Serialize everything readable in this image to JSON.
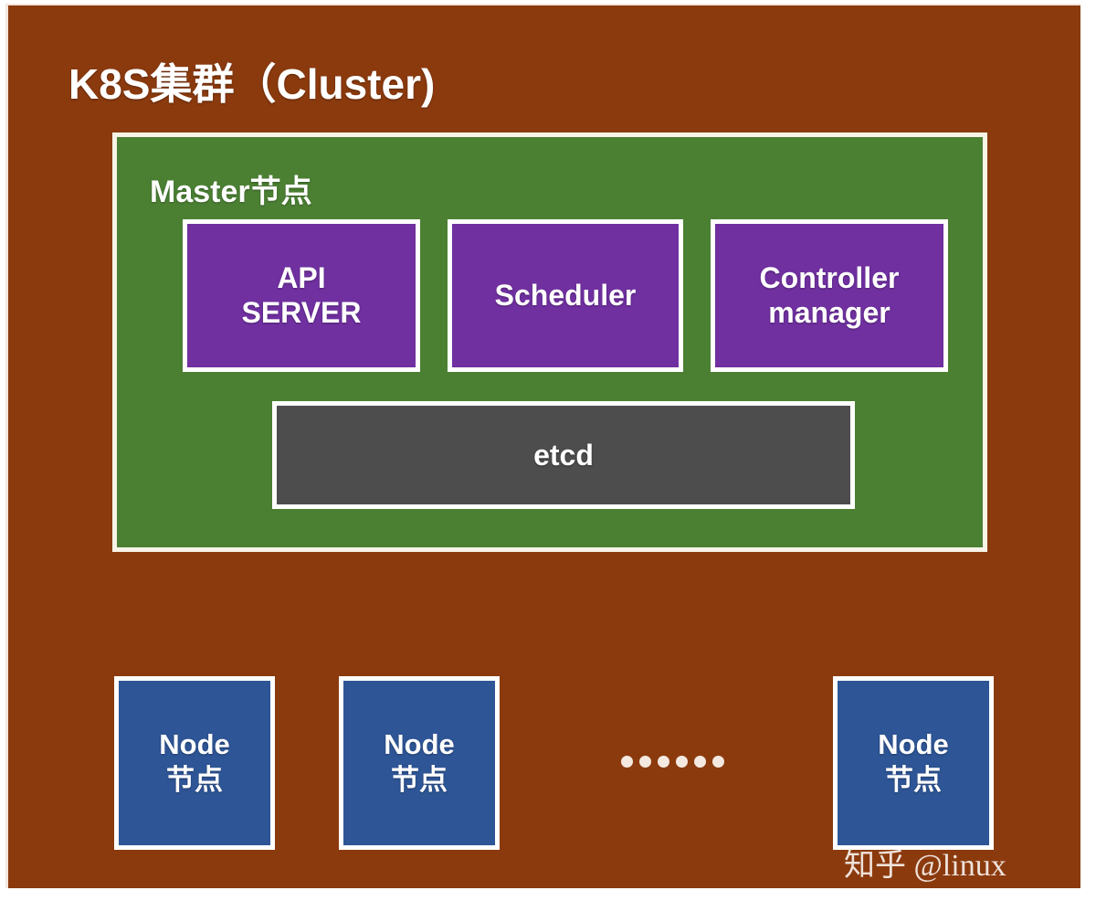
{
  "diagram": {
    "title": "K8S集群（Cluster)",
    "background_color": "#8b3a0e",
    "master": {
      "label": "Master节点",
      "panel_color": "#4b8033",
      "components": [
        {
          "name": "api-server",
          "label": "API\nSERVER",
          "line1": "API",
          "line2": "SERVER",
          "color": "#7030a0"
        },
        {
          "name": "scheduler",
          "label": "Scheduler",
          "line1": "Scheduler",
          "line2": "",
          "color": "#7030a0"
        },
        {
          "name": "controller-manager",
          "label": "Controller manager",
          "line1": "Controller",
          "line2": "manager",
          "color": "#7030a0"
        }
      ],
      "datastore": {
        "name": "etcd",
        "label": "etcd",
        "color": "#4d4d4d"
      }
    },
    "nodes": {
      "color": "#2e5596",
      "items": [
        {
          "line1": "Node",
          "line2": "节点"
        },
        {
          "line1": "Node",
          "line2": "节点"
        },
        {
          "line1": "Node",
          "line2": "节点"
        }
      ],
      "ellipsis": "......",
      "ellipsis_dot_count": 6
    },
    "watermark": "知乎 @linux"
  }
}
